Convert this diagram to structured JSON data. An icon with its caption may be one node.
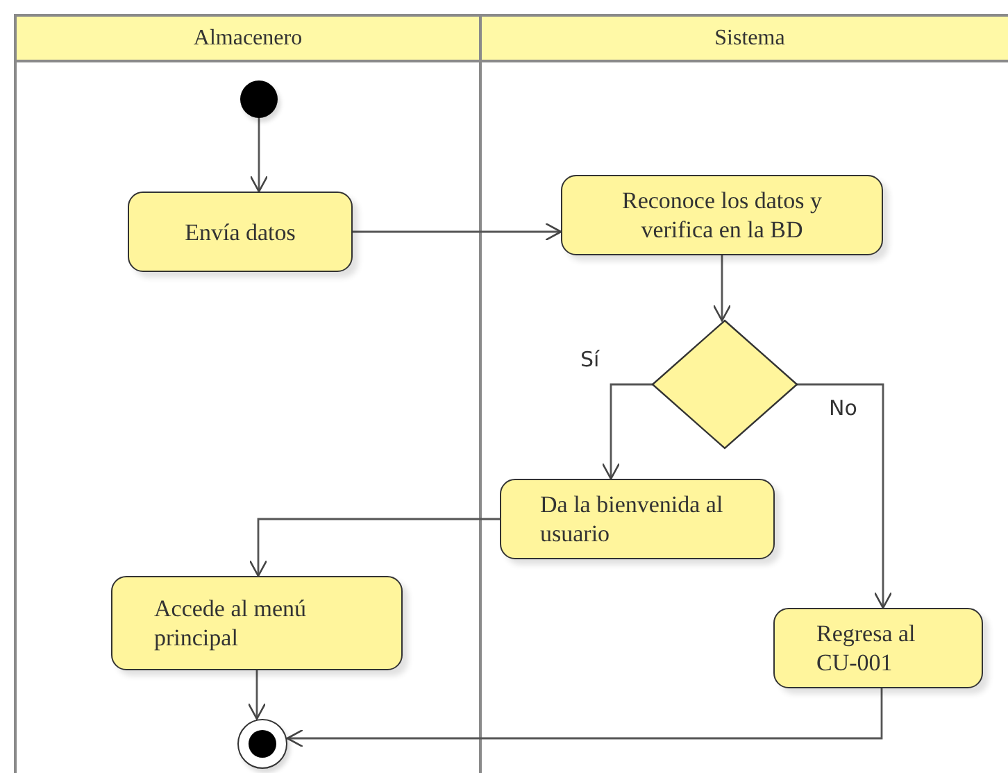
{
  "diagram": {
    "nodes": [
      {
        "text": [
          "Almacenero"
        ]
      },
      {
        "text": [
          "Sistema"
        ]
      },
      {
        "text": [],
        "shape": "circle",
        "in": 0
      },
      {
        "text": [
          "Envía datos"
        ],
        "in": 0
      },
      {
        "text": [
          "Reconoce los datos y verifica en la BD"
        ],
        "in": 1
      },
      {
        "text": [],
        "shape": "diamond",
        "in": 1
      },
      {
        "text": [
          "Da la bienvenida al usuario"
        ],
        "in": 1
      },
      {
        "text": [
          "Accede al menú principal"
        ],
        "in": 0
      },
      {
        "text": [
          "Regresa al CU-001"
        ],
        "in": 1
      },
      {
        "text": [],
        "shape": "final",
        "in": 0
      }
    ],
    "edges": [
      {
        "from": 2,
        "to": 3,
        "arrow": "to"
      },
      {
        "from": 3,
        "to": 4,
        "arrow": "to"
      },
      {
        "from": 4,
        "to": 5,
        "arrow": "to"
      },
      {
        "from": 5,
        "to": 6,
        "arrow": "to",
        "label": "Sí"
      },
      {
        "from": 5,
        "to": 8,
        "arrow": "to",
        "label": "No"
      },
      {
        "from": 6,
        "to": 7,
        "arrow": "to"
      },
      {
        "from": 7,
        "to": 9,
        "arrow": "to"
      },
      {
        "from": 8,
        "to": 9,
        "arrow": "to"
      }
    ]
  }
}
